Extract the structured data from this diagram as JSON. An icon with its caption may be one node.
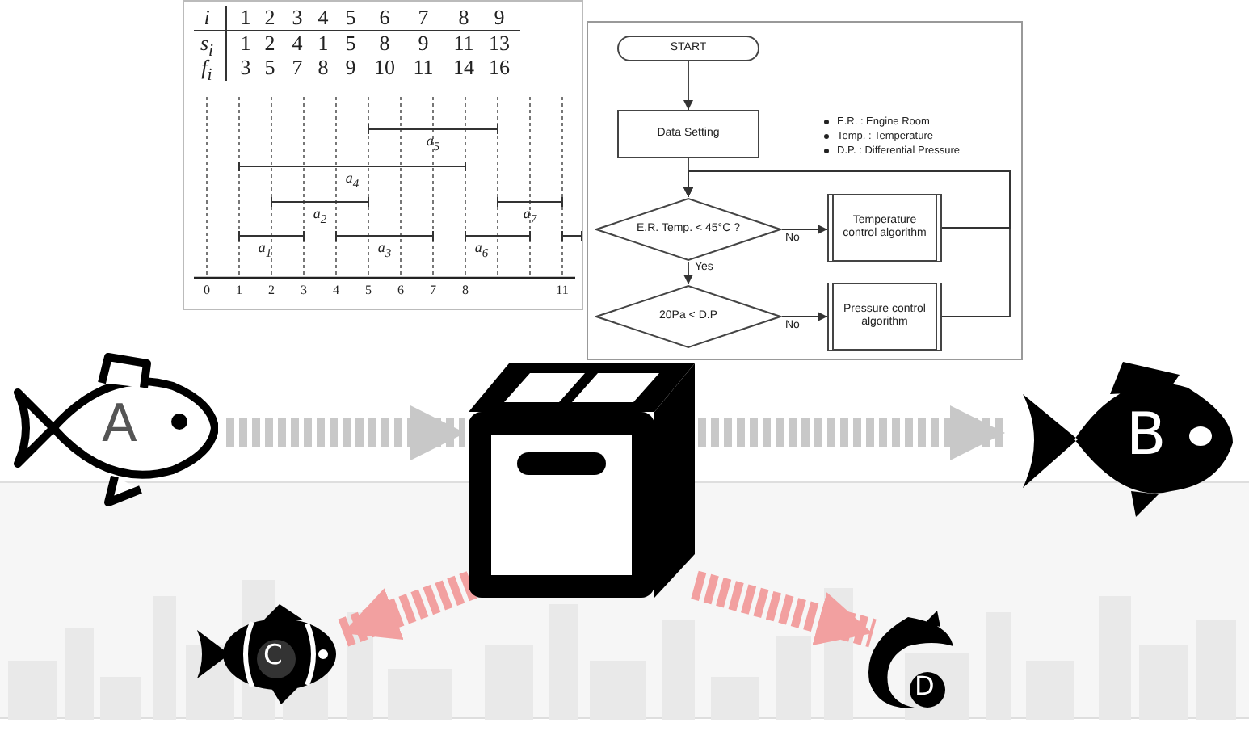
{
  "diagram": {
    "nodes": [
      {
        "text": [
          "START"
        ]
      },
      {
        "text": [
          "Data Setting"
        ]
      },
      {
        "text": [
          "E.R. Temp. < 45°C ?"
        ]
      },
      {
        "text": [
          "Temperature control algorithm"
        ]
      },
      {
        "text": [
          "20Pa < D.P"
        ]
      },
      {
        "text": [
          "Pressure control algorithm"
        ]
      },
      {
        "text": [
          "A"
        ]
      },
      {
        "text": [],
        "shape": "box"
      },
      {
        "text": [
          "B"
        ]
      },
      {
        "text": [
          "C"
        ]
      },
      {
        "text": [
          "D"
        ]
      }
    ],
    "edges": [
      {
        "from": 0,
        "to": 1,
        "arrow": "to"
      },
      {
        "from": 1,
        "to": 2,
        "arrow": "to"
      },
      {
        "from": 2,
        "to": 3,
        "arrow": "to",
        "label": "No"
      },
      {
        "from": 2,
        "to": 4,
        "arrow": "to",
        "label": "Yes"
      },
      {
        "from": 4,
        "to": 5,
        "arrow": "to",
        "label": "No"
      },
      {
        "from": 3,
        "to": 2,
        "arrow": "to"
      },
      {
        "from": 5,
        "to": 2,
        "arrow": "to"
      },
      {
        "from": 6,
        "to": 7,
        "arrow": "to",
        "style": "dashed",
        "color": "#c8c8c8"
      },
      {
        "from": 7,
        "to": 8,
        "arrow": "to",
        "style": "dashed",
        "color": "#c8c8c8"
      },
      {
        "from": 7,
        "to": 9,
        "arrow": "to",
        "style": "dashed",
        "color": "#f2a0a0"
      },
      {
        "from": 7,
        "to": 10,
        "arrow": "to",
        "style": "dashed",
        "color": "#f2a0a0"
      }
    ],
    "labels": [
      "i",
      "1",
      "2",
      "3",
      "4",
      "5",
      "6",
      "7",
      "8",
      "9",
      "s$_{i}$",
      "1",
      "2",
      "4",
      "1",
      "5",
      "8",
      "9",
      "11",
      "13",
      "f$_{i}$",
      "3",
      "5",
      "7",
      "8",
      "9",
      "10",
      "11",
      "14",
      "16",
      "a$_{5}$",
      "a$_{4}$",
      "a$_{2}$",
      "a$_{7}$",
      "a$_{1}$",
      "a$_{3}$",
      "a$_{6}$",
      "0",
      "1",
      "2",
      "3",
      "4",
      "5",
      "6",
      "7",
      "8",
      "11",
      "E.R. : Engine Room",
      "Temp. : Temperature",
      "D.P. : Differential Pressure"
    ]
  }
}
